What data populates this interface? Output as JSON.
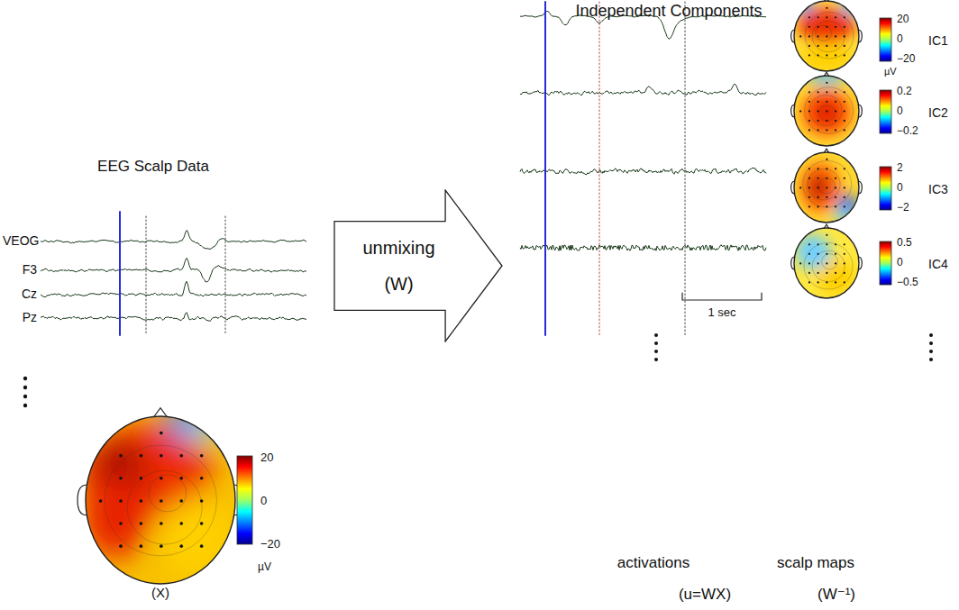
{
  "diagram": {
    "nodes": [
      {
        "text": [
          "unmixing (W)"
        ]
      }
    ],
    "labels": [
      "EEG Scalp Data",
      "VEOG",
      "F3",
      "Cz",
      "Pz",
      "20",
      "0",
      "−20",
      "µV",
      "(X)",
      "Independent Components",
      "20",
      "0",
      "−20",
      "µV",
      "IC1",
      "0.2",
      "0",
      "−0.2",
      "IC2",
      "2",
      "0",
      "−2",
      "IC3",
      "0.5",
      "0",
      "−0.5",
      "IC4",
      "1 sec",
      "activations",
      "(u=WX)",
      "scalp maps",
      "(W⁻¹)"
    ]
  }
}
